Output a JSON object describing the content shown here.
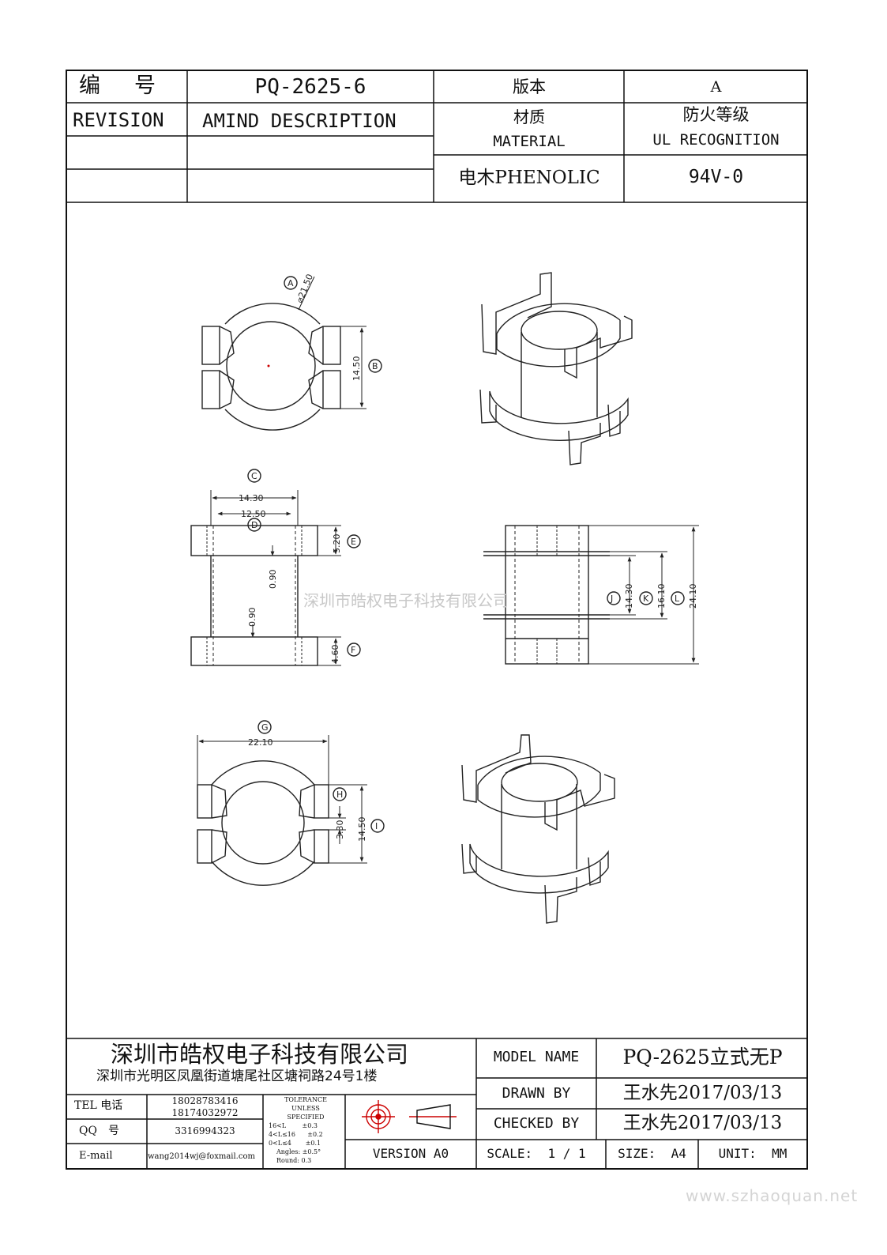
{
  "header": {
    "number_label": "编　号",
    "part_number": "PQ-2625-6",
    "version_label": "版本",
    "version_value": "A",
    "revision_label": "REVISION",
    "amend_label": "AMIND DESCRIPTION",
    "material_label_cn": "材质",
    "material_label_en": "MATERIAL",
    "fire_label_cn": "防火等级",
    "fire_label_en": "UL RECOGNITION",
    "material_value": "电木PHENOLIC",
    "fire_value": "94V-0"
  },
  "watermark": "深圳市皓权电子科技有限公司",
  "dimensions": {
    "A": "⌀21.50",
    "B": "14.50",
    "C": "14.30",
    "D": "12.50",
    "E": "5.20",
    "F": "4.60",
    "gap_top": "0.90",
    "gap_bottom": "0.90",
    "G": "22.10",
    "H": "3.30",
    "I": "14.50",
    "J": "14.30",
    "K": "16.10",
    "L": "24.10"
  },
  "labels": {
    "A": "A",
    "B": "B",
    "C": "C",
    "D": "D",
    "E": "E",
    "F": "F",
    "G": "G",
    "H": "H",
    "I": "I",
    "J": "J",
    "K": "K",
    "L": "L"
  },
  "footer": {
    "company": "深圳市皓权电子科技有限公司",
    "address": "深圳市光明区凤凰街道塘尾社区塘祠路24号1楼",
    "tel_label": "TEL 电话",
    "tel_1": "18028783416",
    "tel_2": "18174032972",
    "qq_label": "QQ　号",
    "qq_value": "3316994323",
    "email_label": "E-mail",
    "email_value": "wang2014wj@foxmail.com",
    "tolerance": [
      "TOLERANCE",
      "UNLESS",
      "SPECIFIED",
      "16<L        ±0.3",
      "4<L≤16      ±0.2",
      "0<L≤4       ±0.1",
      "Angles: ±0.5°",
      "Round: 0.3"
    ],
    "version": "VERSION A0",
    "model_label": "MODEL NAME",
    "model_value": "PQ-2625立式无P",
    "drawn_label": "DRAWN BY",
    "drawn_value": "王水先2017/03/13",
    "checked_label": "CHECKED BY",
    "checked_value": "王水先2017/03/13",
    "scale": "SCALE:  1 / 1",
    "size": "SIZE:  A4",
    "unit": "UNIT:  MM"
  },
  "site_watermark": "www.szhaoquan.net"
}
